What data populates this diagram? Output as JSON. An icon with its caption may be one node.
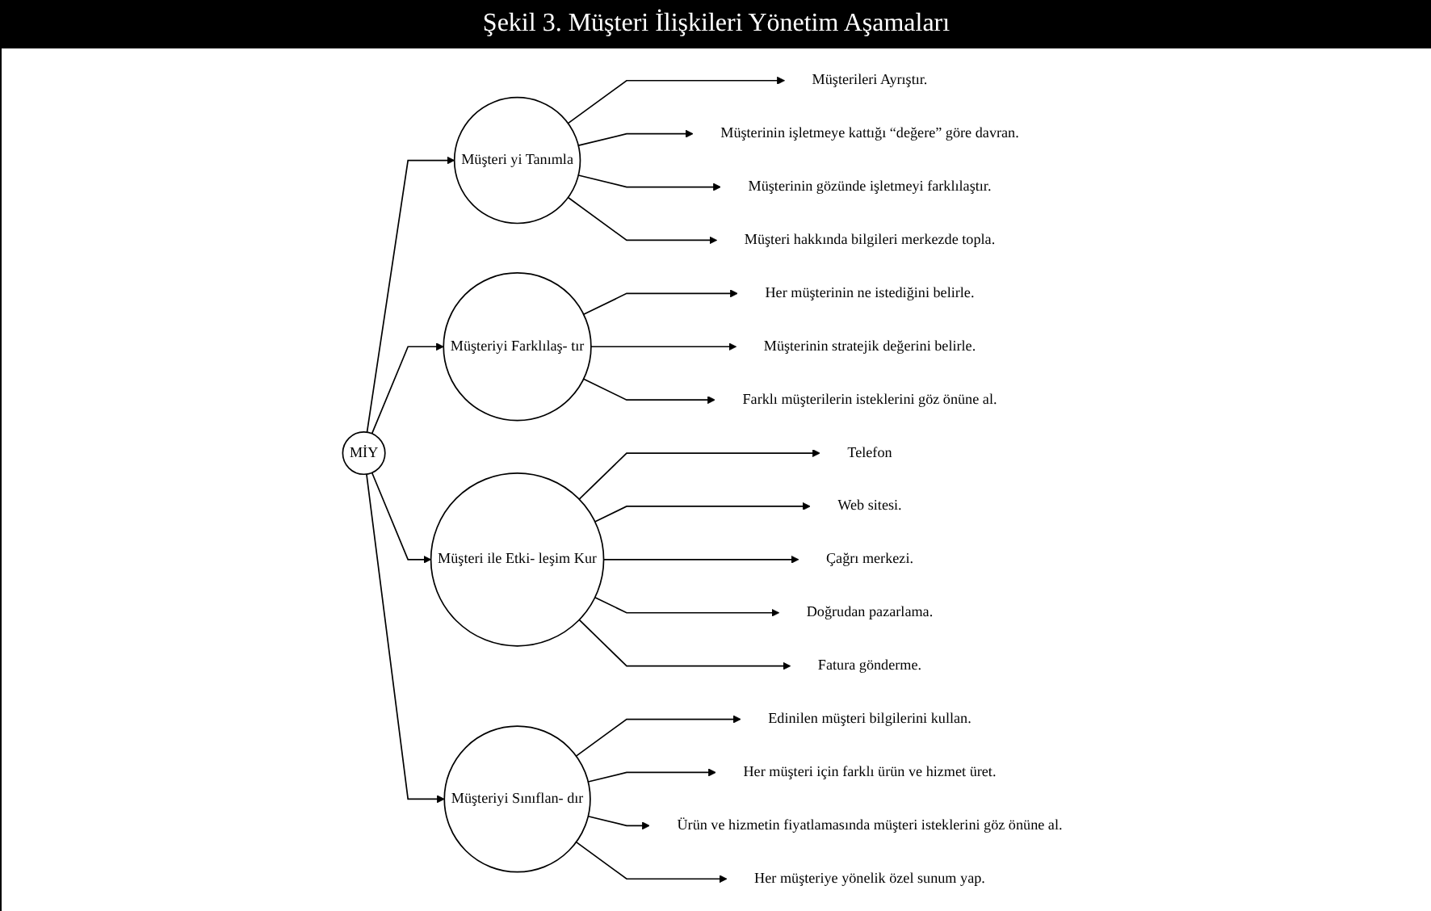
{
  "diagram": {
    "title": "Şekil 3. Müşteri İlişkileri Yönetim Aşamaları",
    "nodes": [
      {
        "text": [
          "MİY"
        ]
      },
      {
        "text": [
          "Müşteri yi Tanımla"
        ]
      },
      {
        "text": [
          "Müşterileri Ayrıştır."
        ]
      },
      {
        "text": [
          "Müşterinin işletmeye kattığı “değere” göre davran."
        ]
      },
      {
        "text": [
          "Müşterinin gözünde işletmeyi farklılaştır."
        ]
      },
      {
        "text": [
          "Müşteri hakkında bilgileri merkezde topla."
        ]
      },
      {
        "text": [
          "Müşteriyi Farklılaş- tır"
        ]
      },
      {
        "text": [
          "Her müşterinin ne istediğini belirle."
        ]
      },
      {
        "text": [
          "Müşterinin stratejik değerini belirle."
        ]
      },
      {
        "text": [
          "Farklı müşterilerin isteklerini göz önüne al."
        ]
      },
      {
        "text": [
          "Müşteri ile Etki- leşim Kur"
        ]
      },
      {
        "text": [
          "Telefon"
        ]
      },
      {
        "text": [
          "Web sitesi."
        ]
      },
      {
        "text": [
          "Çağrı merkezi."
        ]
      },
      {
        "text": [
          "Doğrudan pazarlama."
        ]
      },
      {
        "text": [
          "Fatura gönderme."
        ]
      },
      {
        "text": [
          "Müşteriyi Sınıflan- dır"
        ]
      },
      {
        "text": [
          "Edinilen müşteri bilgilerini kullan."
        ]
      },
      {
        "text": [
          "Her müşteri için farklı ürün ve hizmet üret."
        ]
      },
      {
        "text": [
          "Ürün ve hizmetin fiyatlamasında müşteri isteklerini göz önüne al."
        ]
      },
      {
        "text": [
          "Her müşteriye yönelik özel sunum yap."
        ]
      }
    ],
    "edges": [
      {
        "from": 0,
        "to": 1,
        "arrow": "to"
      },
      {
        "from": 0,
        "to": 6,
        "arrow": "to"
      },
      {
        "from": 0,
        "to": 10,
        "arrow": "to"
      },
      {
        "from": 0,
        "to": 16,
        "arrow": "to"
      },
      {
        "from": 1,
        "to": 2,
        "arrow": "to"
      },
      {
        "from": 1,
        "to": 3,
        "arrow": "to"
      },
      {
        "from": 1,
        "to": 4,
        "arrow": "to"
      },
      {
        "from": 1,
        "to": 5,
        "arrow": "to"
      },
      {
        "from": 6,
        "to": 7,
        "arrow": "to"
      },
      {
        "from": 6,
        "to": 8,
        "arrow": "to"
      },
      {
        "from": 6,
        "to": 9,
        "arrow": "to"
      },
      {
        "from": 10,
        "to": 11,
        "arrow": "to"
      },
      {
        "from": 10,
        "to": 12,
        "arrow": "to"
      },
      {
        "from": 10,
        "to": 13,
        "arrow": "to"
      },
      {
        "from": 10,
        "to": 14,
        "arrow": "to"
      },
      {
        "from": 10,
        "to": 15,
        "arrow": "to"
      },
      {
        "from": 16,
        "to": 17,
        "arrow": "to"
      },
      {
        "from": 16,
        "to": 18,
        "arrow": "to"
      },
      {
        "from": 16,
        "to": 19,
        "arrow": "to"
      },
      {
        "from": 16,
        "to": 20,
        "arrow": "to"
      }
    ]
  }
}
